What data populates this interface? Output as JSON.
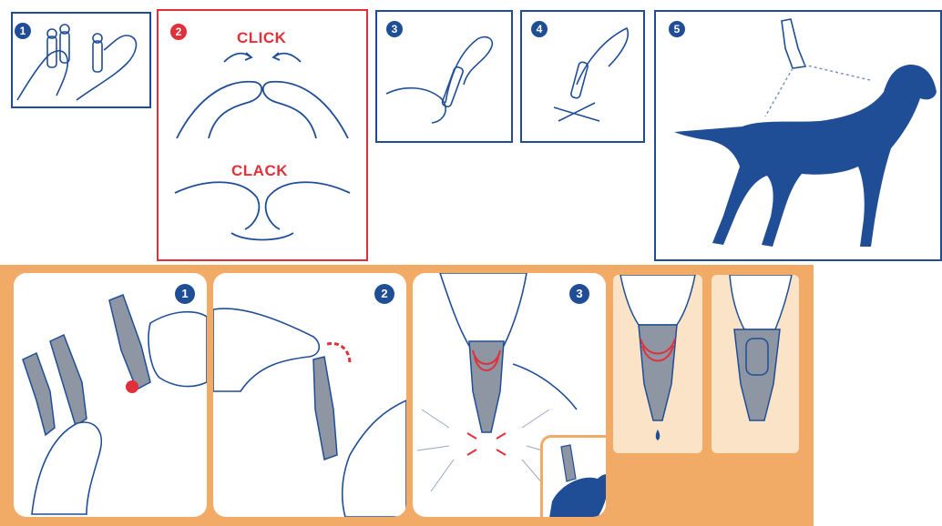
{
  "top_steps": [
    {
      "number": "1"
    },
    {
      "number": "2",
      "words": [
        "CLICK",
        "CLACK"
      ]
    },
    {
      "number": "3"
    },
    {
      "number": "4"
    },
    {
      "number": "5"
    }
  ],
  "bottom_steps": [
    {
      "number": "1"
    },
    {
      "number": "2"
    },
    {
      "number": "3"
    }
  ],
  "colors": {
    "blue": "#1f4e96",
    "red": "#e0303a",
    "orange": "#f2ab67",
    "pale_orange": "#fbe3c8",
    "pipette_gray": "#8e95a3"
  }
}
